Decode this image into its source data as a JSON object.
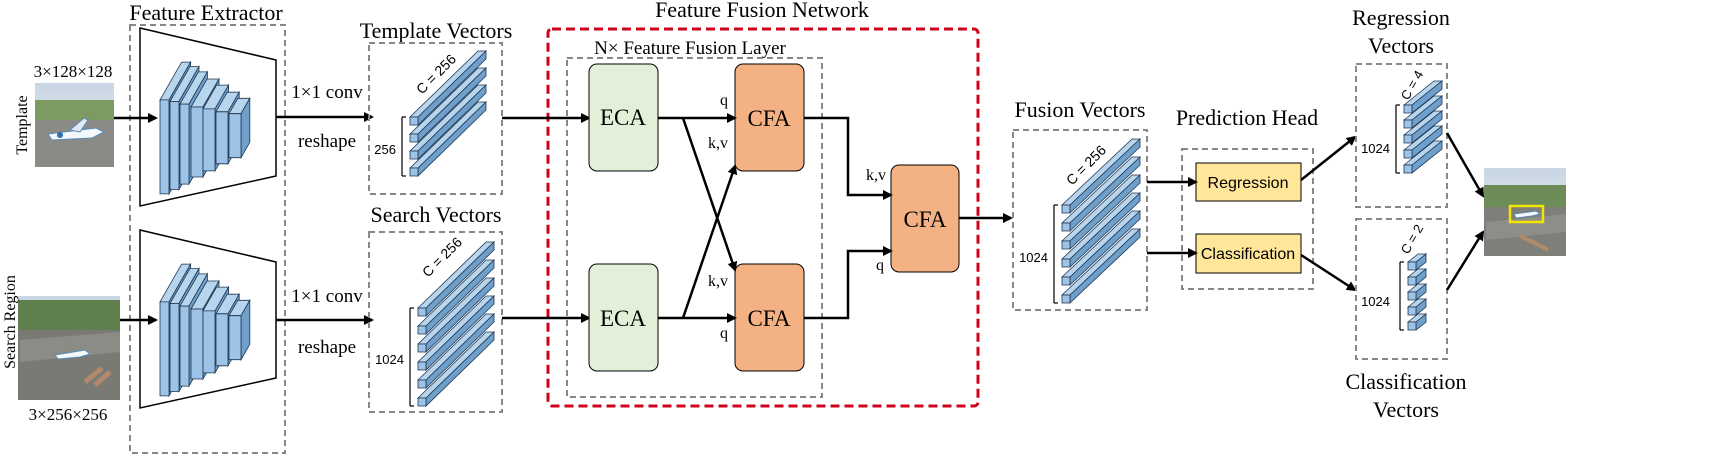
{
  "labels": {
    "feature_extractor": "Feature Extractor",
    "template_vectors": "Template Vectors",
    "search_vectors": "Search Vectors",
    "feature_fusion_network": "Feature Fusion Network",
    "fusion_layer": "N× Feature Fusion Layer",
    "fusion_vectors": "Fusion Vectors",
    "prediction_head": "Prediction Head",
    "regression_vectors_1": "Regression",
    "regression_vectors_2": "Vectors",
    "classification_vectors_1": "Classification",
    "classification_vectors_2": "Vectors"
  },
  "inputs": {
    "template_label": "Template",
    "template_size": "3×128×128",
    "search_label": "Search Region",
    "search_size": "3×256×256"
  },
  "ops": {
    "conv": "1×1 conv",
    "reshape": "reshape"
  },
  "modules": {
    "eca": "ECA",
    "cfa": "CFA",
    "regression": "Regression",
    "classification": "Classification"
  },
  "ports": {
    "q": "q",
    "kv": "k,v"
  },
  "dims": {
    "template_c": "C = 256",
    "template_n": "256",
    "search_c": "C = 256",
    "search_n": "1024",
    "fusion_c": "C = 256",
    "fusion_n": "1024",
    "reg_c": "C = 4",
    "reg_n": "1024",
    "cls_c": "C = 2",
    "cls_n": "1024"
  },
  "colors": {
    "eca_fill": "#e2f0d9",
    "cfa_fill": "#f4b183",
    "head_fill": "#ffe699",
    "vector_fill": "#9dc3e6",
    "network_border": "#d0021b",
    "dashed_border": "#888888"
  }
}
